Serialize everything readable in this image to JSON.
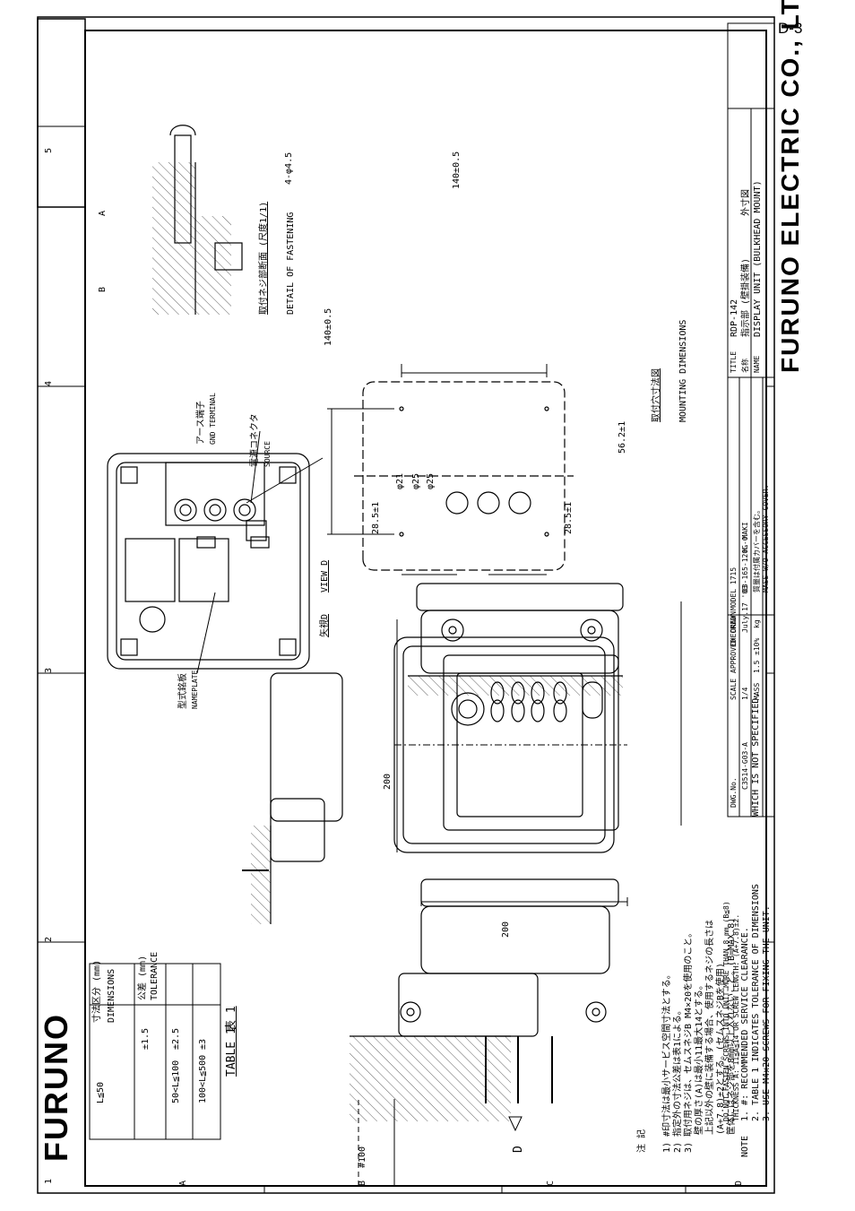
{
  "page_number": "D-3",
  "zones": {
    "letters": [
      "A",
      "B",
      "C",
      "D"
    ],
    "numbers": [
      "1",
      "2",
      "3",
      "4",
      "5"
    ]
  },
  "logo_text": "FURUNO",
  "company": "FURUNO ELECTRIC CO., LTD.",
  "tolerance_table": {
    "caption_jp": "表 1",
    "caption_en": "TABLE 1",
    "header_dim_jp": "寸法区分 (mm)",
    "header_dim_en": "DIMENSIONS",
    "header_tol_jp": "公差 (mm)",
    "header_tol_en": "TOLERANCE",
    "rows": [
      {
        "dim": "L≦50",
        "tol": "±1.5"
      },
      {
        "dim": "50<L≦100",
        "tol": "±2.5"
      },
      {
        "dim": "100<L≦500",
        "tol": "±3"
      }
    ]
  },
  "notes_jp": {
    "label": "注 記",
    "items": [
      "1) #印寸法は最小サービス空間寸法とする。",
      "2) 指定外の寸法公差は表1による。",
      "3) 取付用ネジは、セムスネジB M4×20を使用のこと。",
      "壁の厚さ(A)は最小11最大14とする。",
      "上記以外の壁に装備する場合、使用するネジの長さは",
      "(A+7.8)±2とする。(セムスネジBを使用)",
      "筐体にはネジ部を8mm以上入れないこと。(B=MAX.8)"
    ]
  },
  "notes_en": {
    "label": "NOTE",
    "items": [
      "1. #: RECOMMENDED SERVICE CLEARANCE.",
      "2. TABLE 1 INDICATES TOLERANCE OF DIMENSIONS",
      "WHICH IS NOT SPECIFIED.",
      "3. USE M4x20 SCREWS FOR FIXING THE UNIT.",
      "THICKNESS A: 11≦A≦14 OR SCREW LENGTH: (A+7.8)±2.",
      "DO NOT FASTEN SCREWS INTO UNIT MORE THAN 8 mm (B≦8)"
    ]
  },
  "views": {
    "clearance": "#100",
    "arrow_d": "D",
    "width_top": "200",
    "height_front": "200",
    "view_d_jp": "矢視D",
    "view_d_en": "VIEW D",
    "nameplate_jp": "型式銘板",
    "nameplate_en": "NAMEPLATE",
    "gnd_jp": "アース端子",
    "gnd_en": "GND TERMINAL",
    "source_jp": "電源コネクタ",
    "source_en": "SOURCE",
    "dim_28_5_a": "28.5±1",
    "dim_28_5_b": "28.5±1",
    "dia_21": "φ21",
    "dia_25_a": "φ25",
    "dia_25_b": "φ25",
    "dim_56_2": "56.2±1",
    "dim_140_h": "140±0.5",
    "dim_140_v": "140±0.5",
    "holes": "4-φ4.5",
    "mounting_jp": "取付穴寸法図",
    "mounting_en": "MOUNTING DIMENSIONS",
    "fastening_jp": "取付ネジ部断面 (尺度1/1)",
    "fastening_en": "DETAIL OF FASTENING",
    "label_a": "A",
    "label_b": "B"
  },
  "title_block": {
    "drawn_label": "DRAWN",
    "drawn_date": "July.17 '03",
    "drawn_name": "H. MAKI",
    "checked_label": "CHECKED",
    "approved_label": "APPROVED",
    "scale_label": "SCALE",
    "scale": "1/4",
    "mass_label": "MASS",
    "mass": "1.5",
    "mass_tol": "±10%",
    "mass_unit": "kg",
    "dwg_label": "DWG.No.",
    "dwg_no": "C3514-G03-A",
    "ref_no": "03-165-120G-0",
    "title_label": "TITLE",
    "title": "RDP-142",
    "name_jp_label": "名称",
    "name_jp": "指示部 (壁掛装備)",
    "name_jp2": "外寸図",
    "name_label": "NAME",
    "name_en": "DISPLAY UNIT (BULKHEAD MOUNT)",
    "model": "MODEL 1715",
    "mass_note_jp": "質量は付属カバーを含む。",
    "mass_note_en": "MASS W/O ACCESSORY COVER."
  }
}
